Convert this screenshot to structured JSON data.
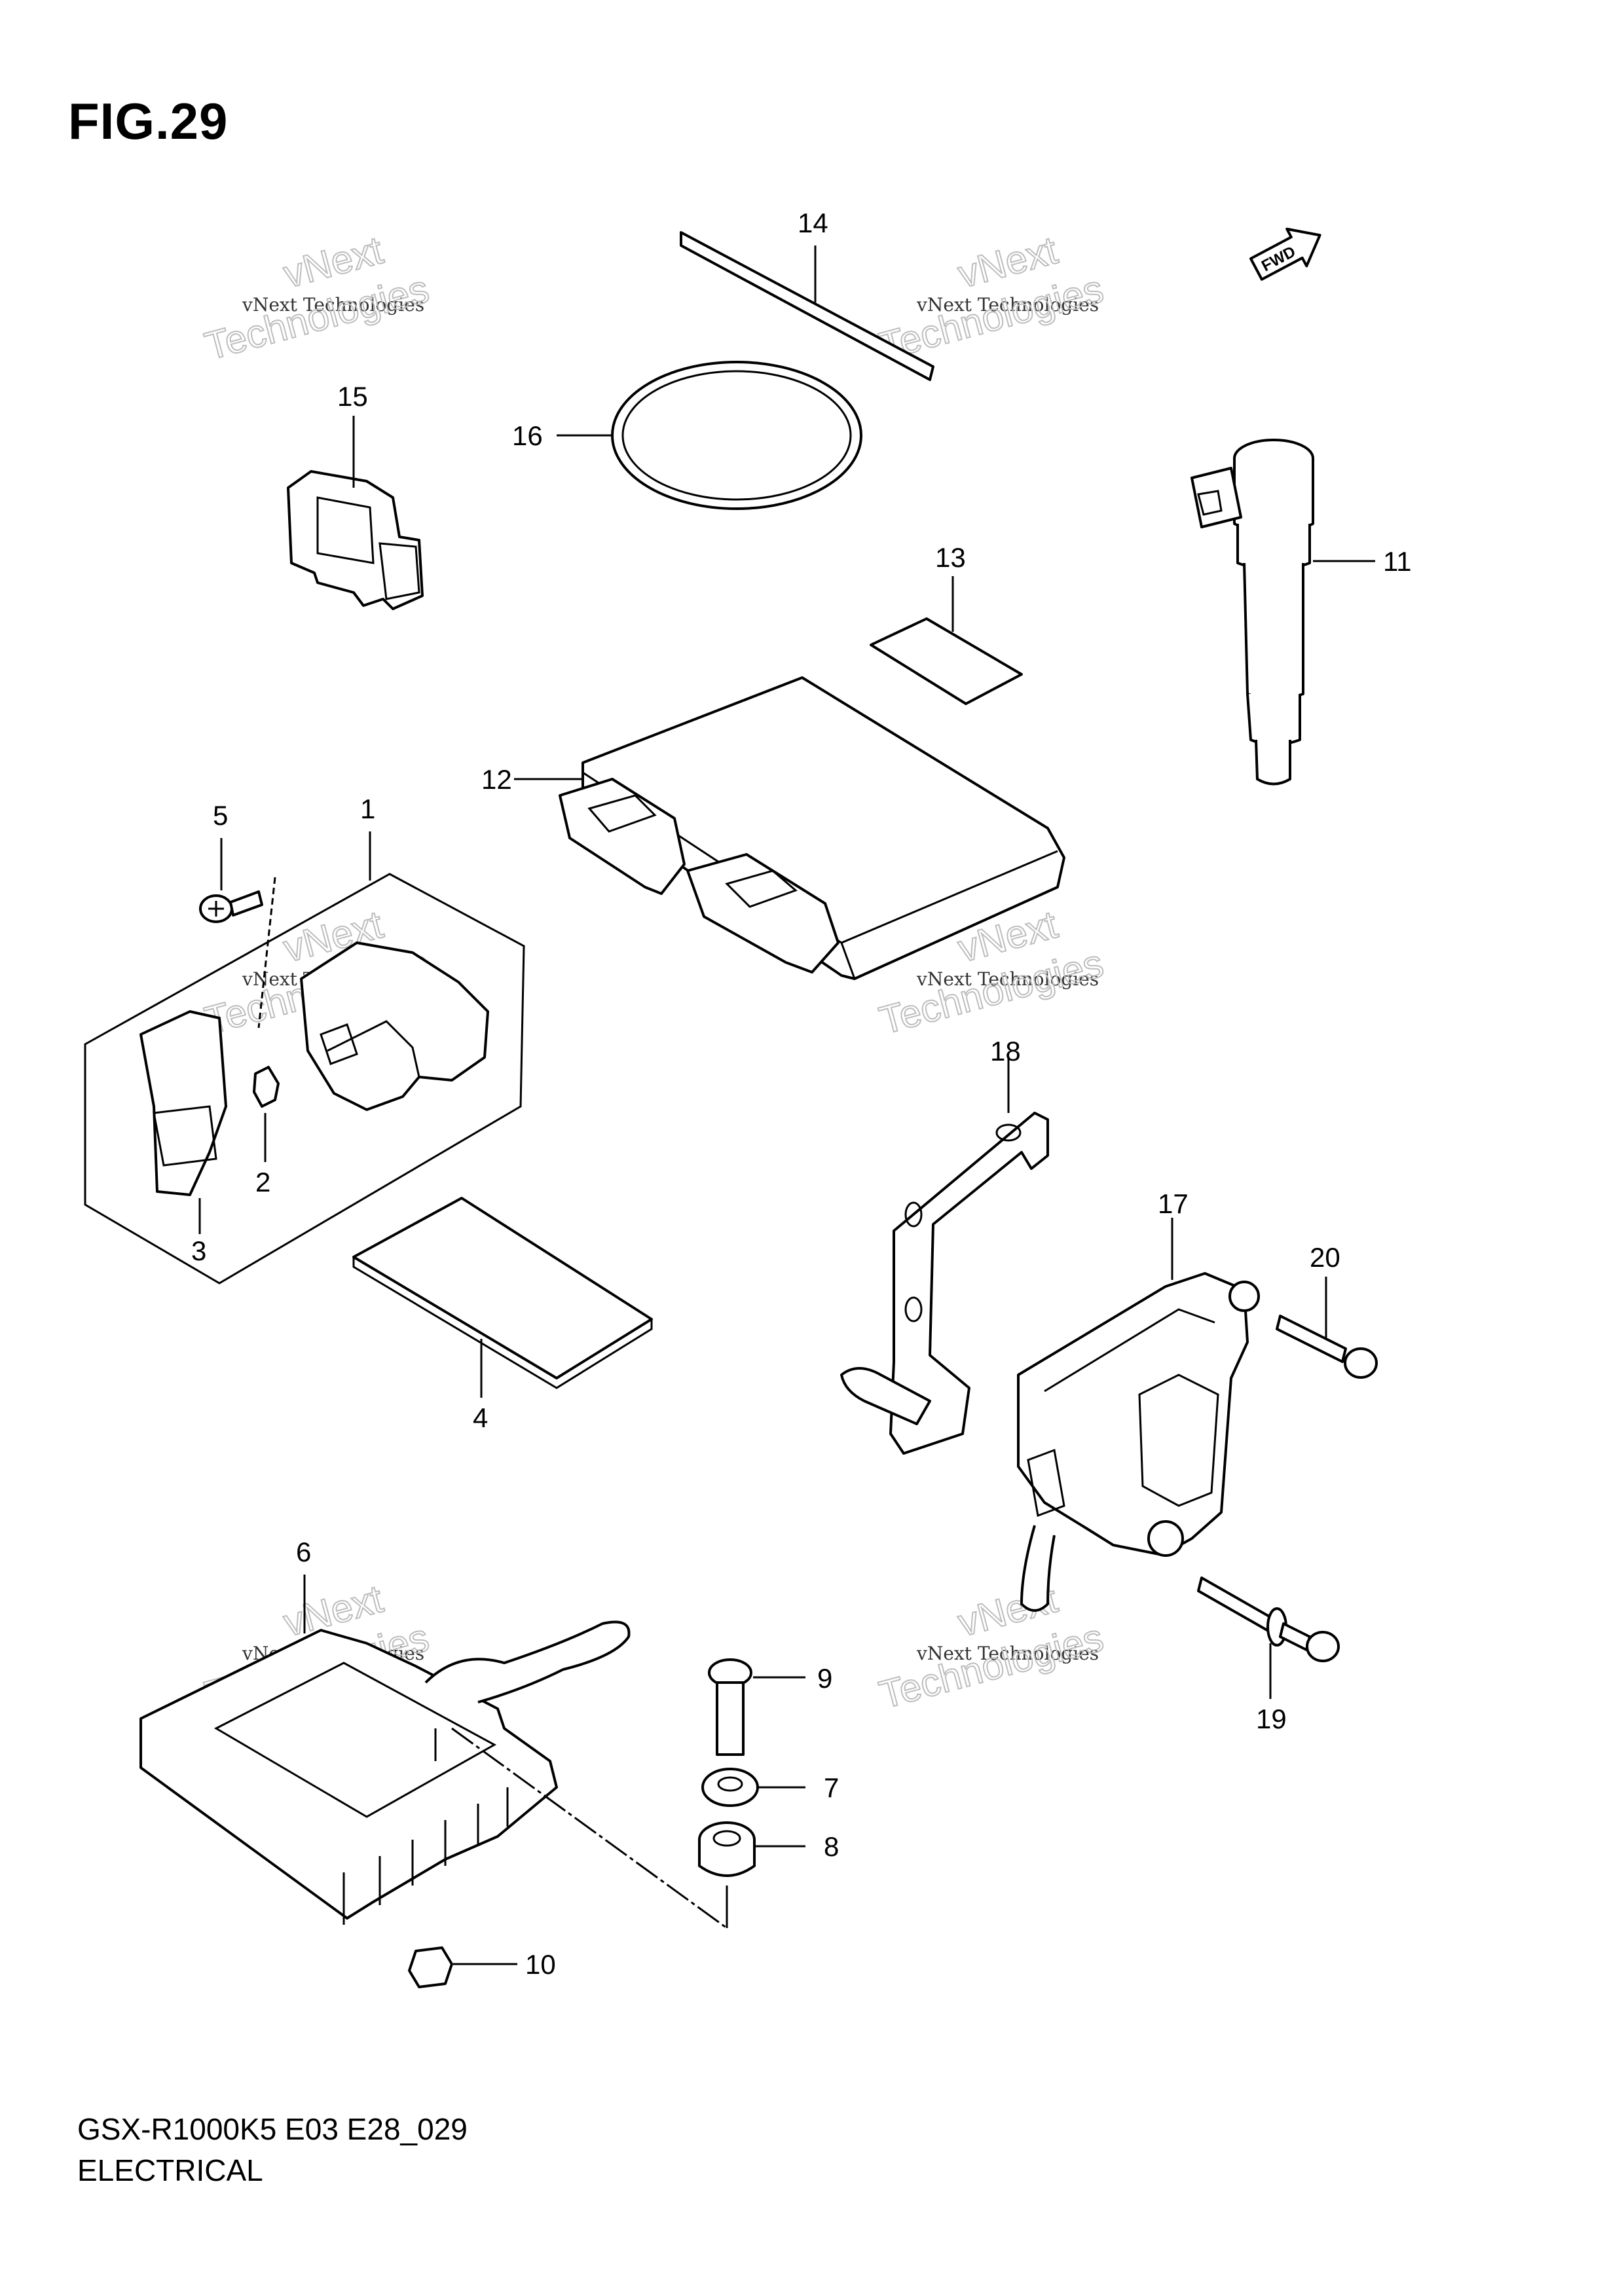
{
  "figure": {
    "title": "FIG.29",
    "model_code": "GSX-R1000K5 E03 E28_029",
    "section": "ELECTRICAL"
  },
  "fwd_badge": "FWD",
  "watermark": {
    "line1": "vNext",
    "line2": "vNext Technologies",
    "line3": "Technologies"
  },
  "callouts": [
    {
      "id": "1",
      "label": "1"
    },
    {
      "id": "2",
      "label": "2"
    },
    {
      "id": "3",
      "label": "3"
    },
    {
      "id": "4",
      "label": "4"
    },
    {
      "id": "5",
      "label": "5"
    },
    {
      "id": "6",
      "label": "6"
    },
    {
      "id": "7",
      "label": "7"
    },
    {
      "id": "8",
      "label": "8"
    },
    {
      "id": "9",
      "label": "9"
    },
    {
      "id": "10",
      "label": "10"
    },
    {
      "id": "11",
      "label": "11"
    },
    {
      "id": "12",
      "label": "12"
    },
    {
      "id": "13",
      "label": "13"
    },
    {
      "id": "14",
      "label": "14"
    },
    {
      "id": "15",
      "label": "15"
    },
    {
      "id": "16",
      "label": "16"
    },
    {
      "id": "17",
      "label": "17"
    },
    {
      "id": "18",
      "label": "18"
    },
    {
      "id": "19",
      "label": "19"
    },
    {
      "id": "20",
      "label": "20"
    }
  ]
}
